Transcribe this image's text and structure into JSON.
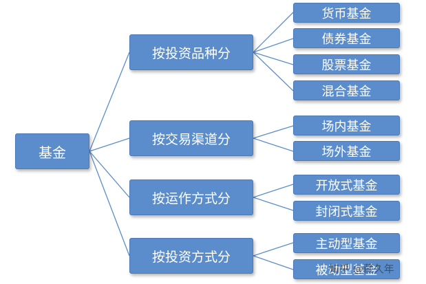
{
  "root": "基金",
  "categories": [
    {
      "label": "按投资品种分",
      "children": [
        "货币基金",
        "债券基金",
        "股票基金",
        "混合基金"
      ]
    },
    {
      "label": "按交易渠道分",
      "children": [
        "场内基金",
        "场外基金"
      ]
    },
    {
      "label": "按运作方式分",
      "children": [
        "开放式基金",
        "封闭式基金"
      ]
    },
    {
      "label": "按投资方式分",
      "children": [
        "主动型基金",
        "被动型基金"
      ]
    }
  ],
  "watermark": "知乎 @藏久年",
  "colors": {
    "node_fill": "#5b8dcc",
    "node_border": "#4a79b6",
    "connector": "#5b8dcc",
    "text": "#ffffff"
  }
}
